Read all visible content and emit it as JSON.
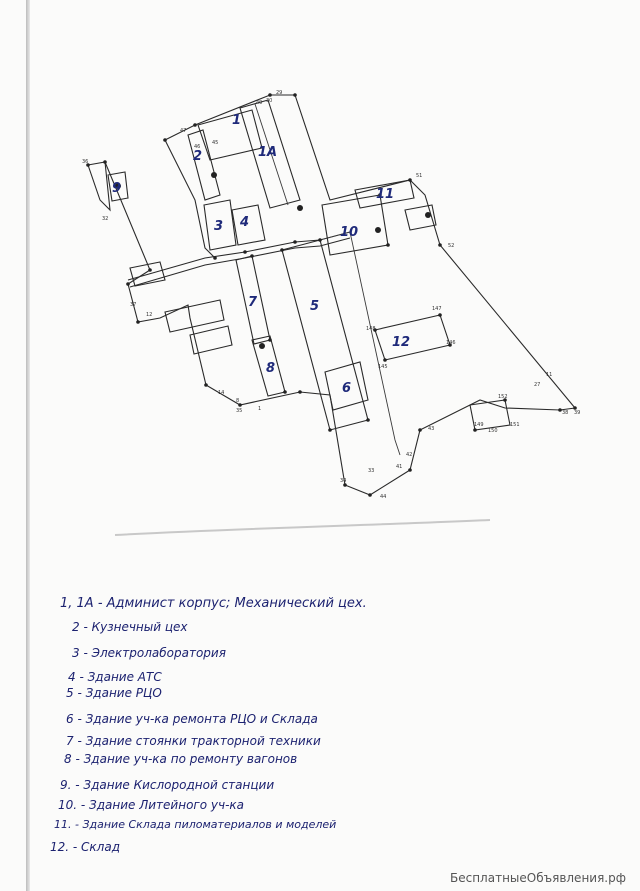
{
  "legend": [
    {
      "text": "1, 1А - Админист корпус; Механический цех."
    },
    {
      "text": "2 - Кузнечный цех"
    },
    {
      "text": "3 - Электролаборатория"
    },
    {
      "text": "4 - Здание АТС"
    },
    {
      "text": "5 - Здание РЦО"
    },
    {
      "text": "6 - Здание уч-ка ремонта РЦО и Склада"
    },
    {
      "text": "7 - Здание стоянки тракторной техники"
    },
    {
      "text": "8 - Здание уч-ка по ремонту вагонов"
    },
    {
      "text": "9. - Здание Кислородной станции"
    },
    {
      "text": "10. - Здание Литейного уч-ка"
    },
    {
      "text": "11. - Здание Склада пиломатериалов и моделей"
    },
    {
      "text": "12. - Склад"
    }
  ],
  "building_labels": [
    "1",
    "1А",
    "2",
    "3",
    "4",
    "5",
    "6",
    "7",
    "8",
    "9",
    "10",
    "11",
    "12"
  ],
  "point_labels": [
    "49",
    "29",
    "30",
    "36",
    "45",
    "46",
    "47",
    "51",
    "52",
    "8",
    "32",
    "37",
    "12",
    "14",
    "35",
    "1",
    "34",
    "33",
    "41",
    "42",
    "43",
    "44",
    "11",
    "27",
    "38",
    "39",
    "147",
    "146",
    "145",
    "148",
    "152",
    "151",
    "150",
    "149"
  ],
  "watermark": "БесплатныеОбъявления.рф",
  "colors": {
    "ink": "#2a2a2a",
    "handwriting": "#1c2270",
    "building_number": "#1f2a7a"
  }
}
